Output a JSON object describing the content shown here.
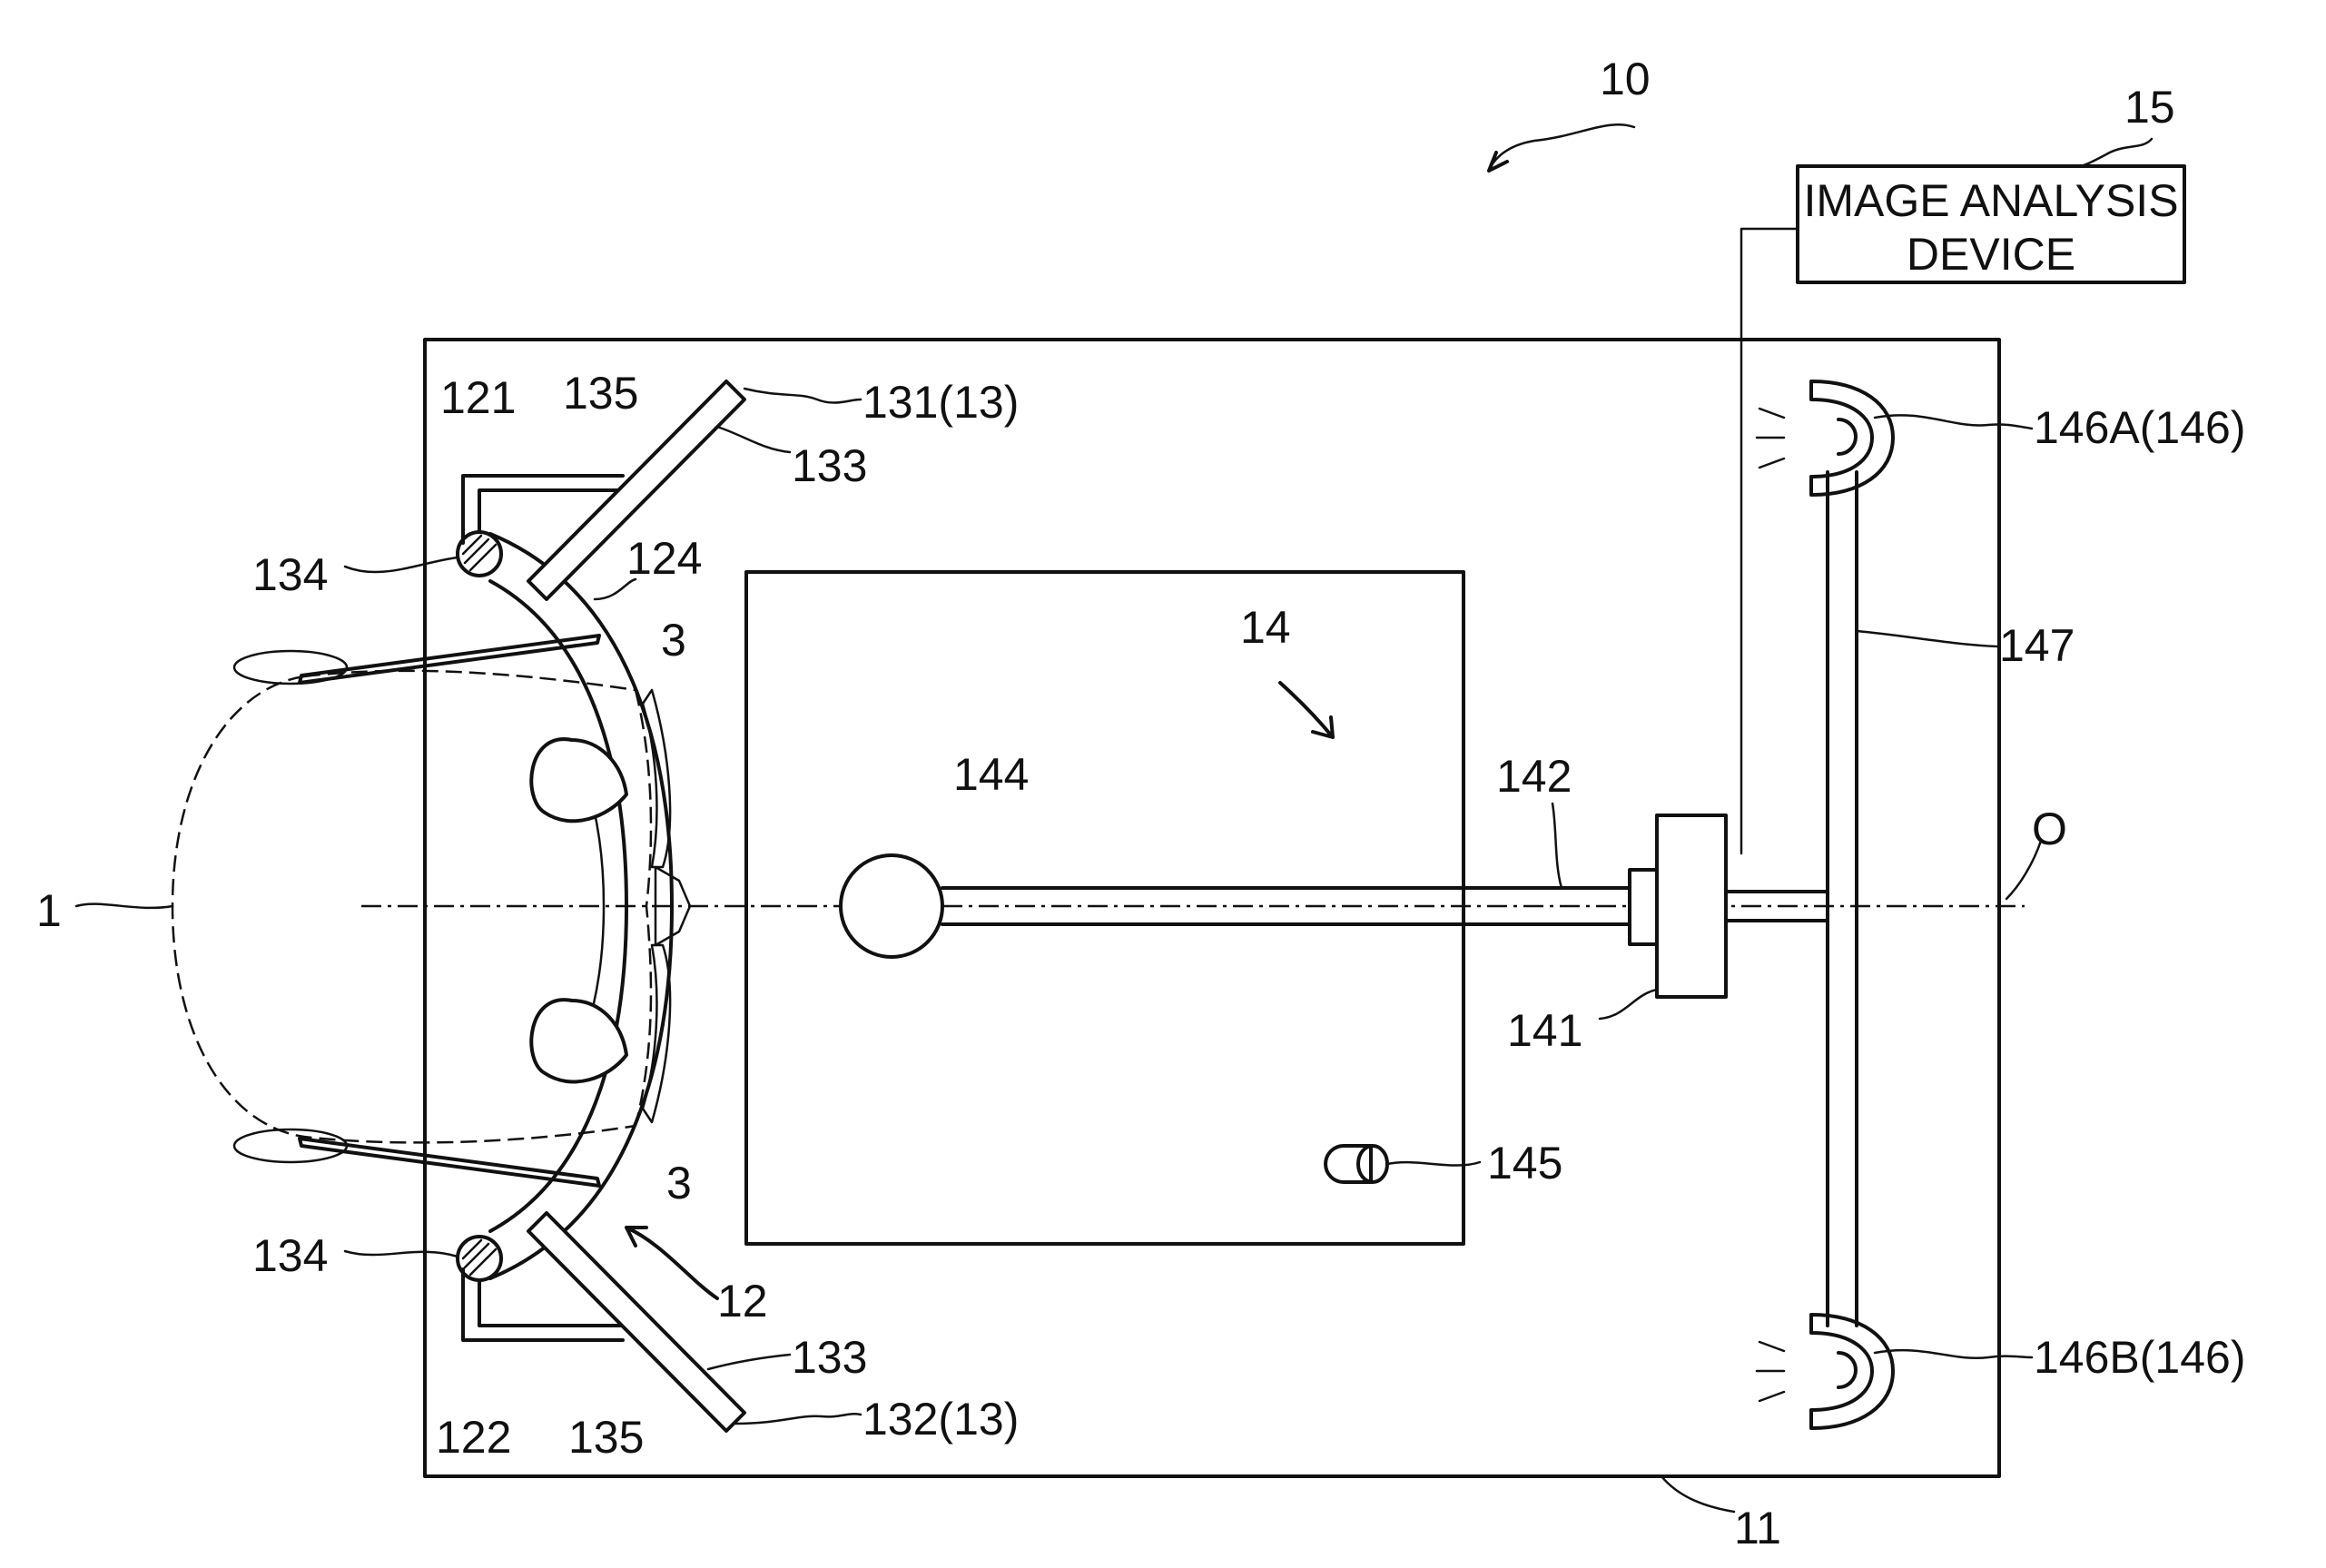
{
  "labels": {
    "l10": "10",
    "l15": "15",
    "device_line1": "IMAGE ANALYSIS",
    "device_line2": "DEVICE",
    "l121": "121",
    "l135_top": "135",
    "l131": "131(13)",
    "l133_top": "133",
    "l134_top": "134",
    "l124": "124",
    "l3_top": "3",
    "l14": "14",
    "l144": "144",
    "l142": "142",
    "lO": "O",
    "l1": "1",
    "l141": "141",
    "l145": "145",
    "l3_bottom": "3",
    "l134_bottom": "134",
    "l12": "12",
    "l133_bottom": "133",
    "l122": "122",
    "l135_bottom": "135",
    "l132": "132(13)",
    "l146A": "146A(146)",
    "l147": "147",
    "l146B": "146B(146)",
    "l11": "11"
  }
}
